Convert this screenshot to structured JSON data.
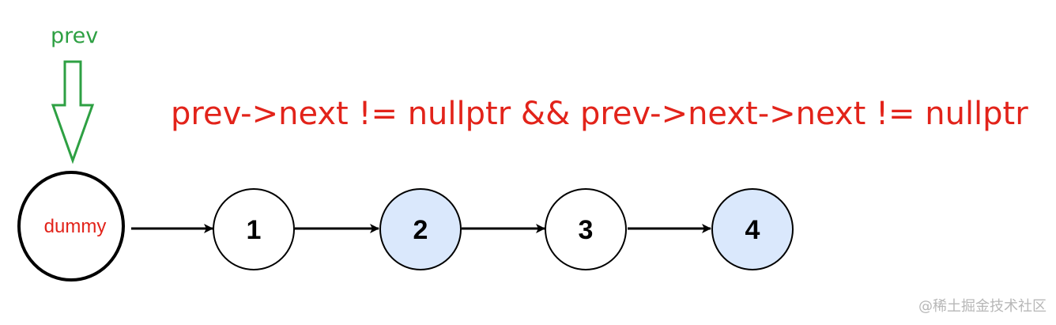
{
  "pointer": {
    "label": "prev",
    "color": "#2ea043"
  },
  "condition": {
    "text": "prev->next != nullptr && prev->next->next != nullptr",
    "color": "#e2231a"
  },
  "dummy": {
    "label": "dummy",
    "text_color": "#e2231a",
    "border_color": "#000000"
  },
  "nodes": [
    {
      "label": "1",
      "highlighted": false
    },
    {
      "label": "2",
      "highlighted": true
    },
    {
      "label": "3",
      "highlighted": false
    },
    {
      "label": "4",
      "highlighted": true
    }
  ],
  "colors": {
    "highlight_fill": "#dae8fc",
    "normal_fill": "#ffffff",
    "edge": "#000000"
  },
  "watermark": {
    "text": "@稀土掘金技术社区"
  }
}
